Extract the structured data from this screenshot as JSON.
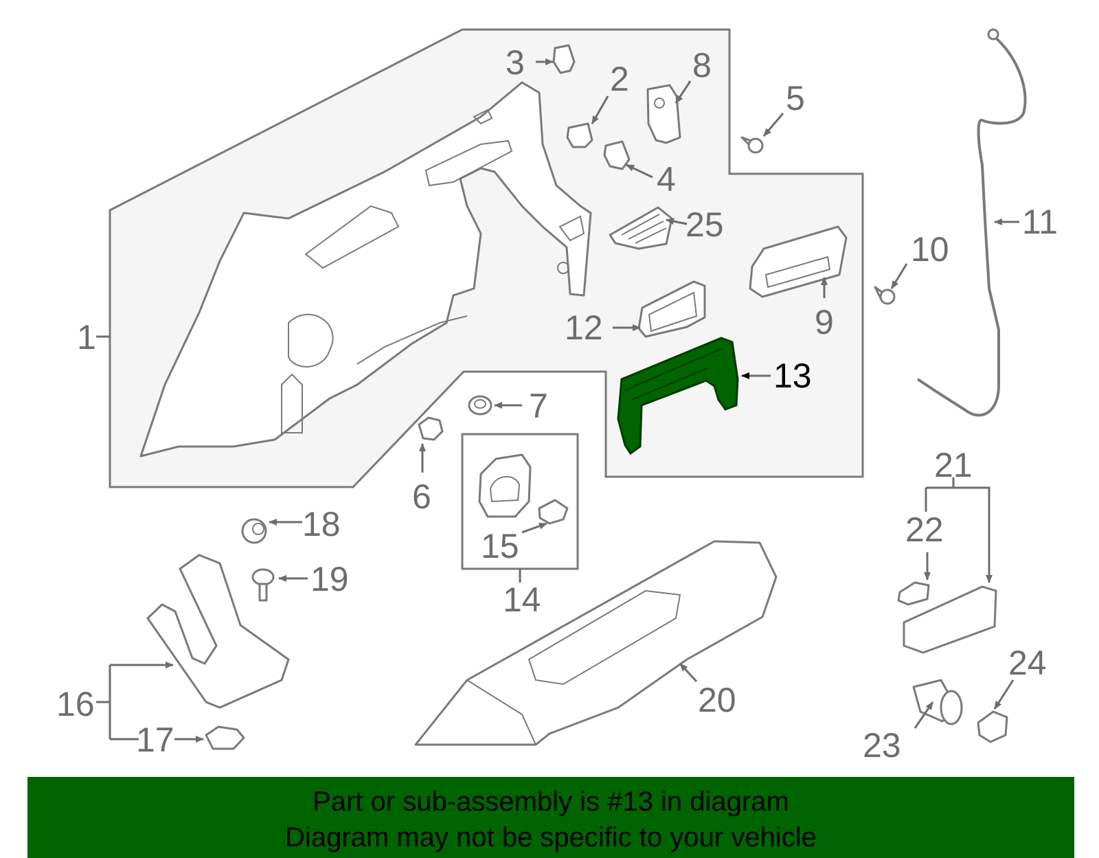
{
  "banner": {
    "line1": "Part or sub-assembly is #13 in diagram",
    "line2": "Diagram may not be specific to your vehicle",
    "color": "#006400"
  },
  "highlight": {
    "part": "13",
    "color": "#006400"
  },
  "callouts": [
    "1",
    "2",
    "3",
    "4",
    "5",
    "6",
    "7",
    "8",
    "9",
    "10",
    "11",
    "12",
    "13",
    "14",
    "15",
    "16",
    "17",
    "18",
    "19",
    "20",
    "21",
    "22",
    "23",
    "24",
    "25"
  ]
}
